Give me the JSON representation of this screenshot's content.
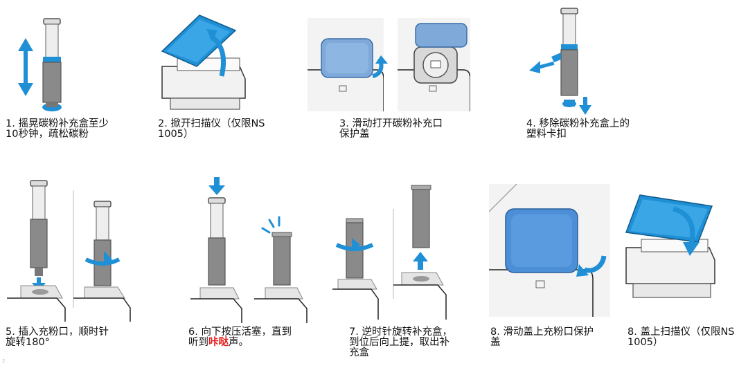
{
  "steps": [
    {
      "lines": [
        "1. 摇晃碳粉补充盒至少",
        "10秒钟，疏松碳粉"
      ]
    },
    {
      "lines": [
        "2. 掀开扫描仪（仅限NS",
        "1005）"
      ]
    },
    {
      "lines": [
        "3. 滑动打开碳粉补充口",
        "保护盖"
      ]
    },
    {
      "lines": [
        "4. 移除碳粉补充盒上的",
        "塑料卡扣"
      ]
    },
    {
      "lines": [
        "5. 插入充粉口，顺时针",
        "旋转180°"
      ]
    },
    {
      "lines": [
        "6. 向下按压活塞，直到"
      ],
      "line2_prefix": "听到",
      "line2_emphasis": "咔哒",
      "line2_suffix": "声。"
    },
    {
      "lines": [
        "7. 逆时针旋转补充盒，",
        "到位后向上提，取出补",
        "充盒"
      ]
    },
    {
      "lines": [
        "8. 滑动盖上充粉口保护",
        "盖"
      ]
    },
    {
      "lines": [
        "8. 盖上扫描仪（仅限NS",
        "1005）"
      ]
    }
  ],
  "page_mark": "2",
  "colors": {
    "accent": "#1f8fd6",
    "toner": "#8a8a8a",
    "toner_dark": "#555555",
    "printer": "#f2f2f2",
    "outline": "#333333"
  }
}
